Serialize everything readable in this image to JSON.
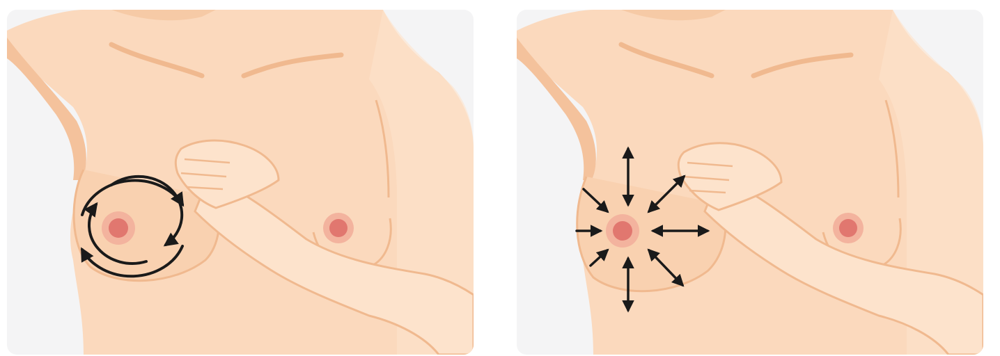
{
  "figures": [
    {
      "id": "circular",
      "technique": "circular-motion",
      "arrow_style": "circular"
    },
    {
      "id": "radial",
      "technique": "radial-motion",
      "arrow_style": "radial"
    }
  ],
  "colors": {
    "background": "#f4f4f5",
    "skin": "#fbd9bd",
    "skin_light": "#fde3cc",
    "skin_shadow": "#f0b98f",
    "nipple_outer": "#f3b39e",
    "nipple_inner": "#e1776f",
    "arrow": "#1a1a1a"
  },
  "icons": [
    "circular-arrows-icon",
    "radial-arrows-icon"
  ]
}
